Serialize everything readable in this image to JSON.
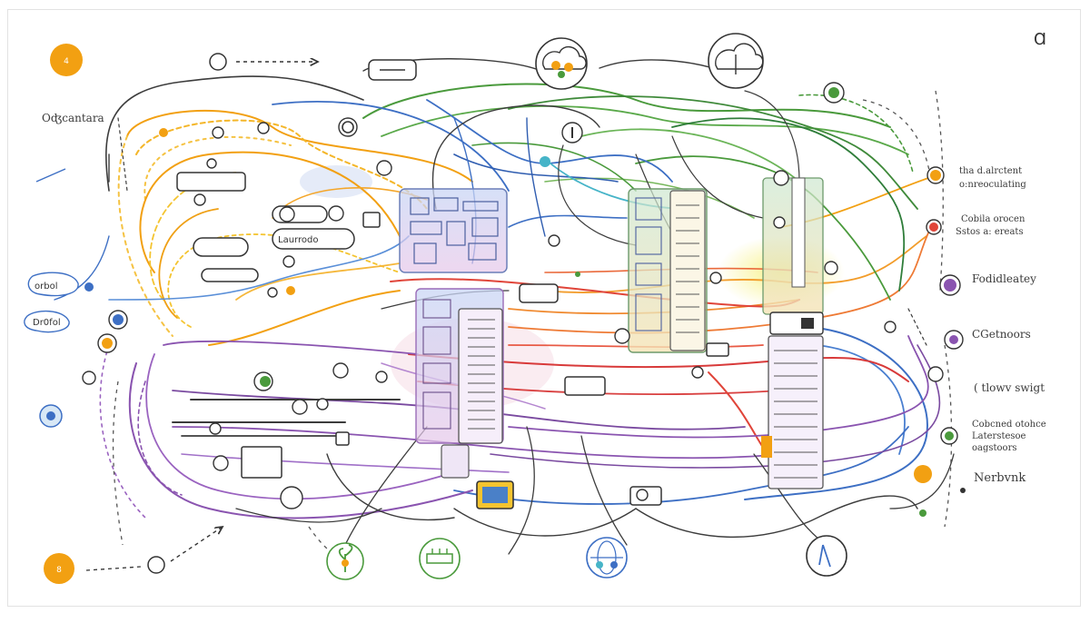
{
  "labels": {
    "top_left": "Oʤcantara",
    "top_right_glyph": "Ɑ",
    "right_1a": "tha d.alrctent",
    "right_1b": "o:nreoculating",
    "right_2a": "Cobila orocen",
    "right_2b": "Sstos a: ereats",
    "right_3": "Fodidleatey",
    "right_4": "CGetnoors",
    "right_5": "( tlowv swigt",
    "right_6a": "Cobcned otohce",
    "right_6b": "Laterstesoe",
    "right_6c": "oagstoors",
    "right_7": "Nerbvnk",
    "left_1": "orbol",
    "left_2": "Dr0fol",
    "inner_1": "Laurrodo",
    "badge_top": "4",
    "badge_bottom": "8"
  },
  "colors": {
    "orange": "#f2a012",
    "yellow": "#f4c430",
    "green": "#4a9a3c",
    "blue": "#3d6fc4",
    "purple": "#8a54b0",
    "red": "#e0453a",
    "dark": "#3c3c3c",
    "teal": "#46b4c8"
  },
  "icons": [
    "cloud-people-icon",
    "cloud-icon",
    "coffee-icon",
    "gear-icon",
    "pin-icon",
    "globe-icon",
    "user-icon",
    "plant-icon",
    "chip-icon",
    "monitor-icon"
  ]
}
